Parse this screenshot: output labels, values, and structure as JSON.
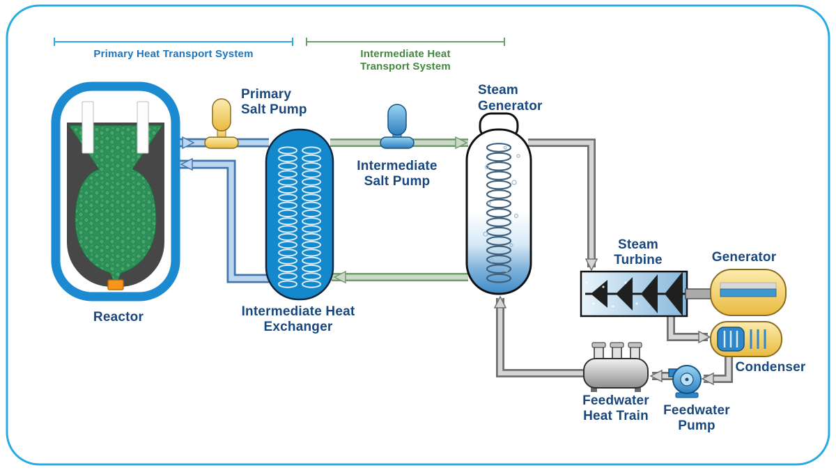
{
  "header": {
    "primary_system": "Primary Heat Transport System",
    "intermediate_system": [
      "Intermediate Heat",
      "Transport System"
    ]
  },
  "components": {
    "reactor": {
      "label": "Reactor"
    },
    "primary_salt_pump": {
      "label": [
        "Primary",
        "Salt Pump"
      ]
    },
    "intermediate_heat_exchanger": {
      "label": [
        "Intermediate Heat",
        "Exchanger"
      ]
    },
    "intermediate_salt_pump": {
      "label": [
        "Intermediate",
        "Salt Pump"
      ]
    },
    "steam_generator": {
      "label": [
        "Steam",
        "Generator"
      ]
    },
    "steam_turbine": {
      "label": [
        "Steam",
        "Turbine"
      ]
    },
    "generator": {
      "label": "Generator"
    },
    "condenser": {
      "label": "Condenser"
    },
    "feedwater_heat_train": {
      "label": [
        "Feedwater",
        "Heat Train"
      ]
    },
    "feedwater_pump": {
      "label": [
        "Feedwater",
        "Pump"
      ]
    }
  },
  "colors": {
    "border_blue": "#29ABE2",
    "label_navy": "#17477E",
    "header_blue": "#1C75BC",
    "header_green": "#41883F",
    "vessel_blue": "#1488CC",
    "reactor_ring_blue": "#1B8AD1",
    "pump_yellow": "#EFC24F",
    "pebble_green": "#2E9158",
    "pipe_blue": "#BBD6EE",
    "pipe_green": "#CDD9C8",
    "pipe_gray": "#D6D6D6",
    "outlet_orange": "#F7941E"
  }
}
